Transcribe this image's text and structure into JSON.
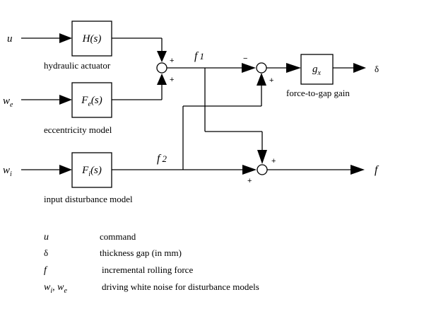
{
  "diagram": {
    "inputs": {
      "u": "u",
      "we_main": "w",
      "we_sub": "e",
      "wi_main": "w",
      "wi_sub": "i"
    },
    "outputs": {
      "delta": "δ",
      "f": "f"
    },
    "blocks": {
      "H": {
        "pre": "H",
        "sub": "",
        "post": "(s)",
        "caption": "hydraulic actuator"
      },
      "Fe": {
        "pre": "F",
        "sub": "e",
        "post": "(s)",
        "caption": "eccentricity model"
      },
      "Fi": {
        "pre": "F",
        "sub": "i",
        "post": "(s)",
        "caption": "input disturbance model"
      },
      "gx": {
        "pre": "g",
        "sub": "x",
        "post": "",
        "caption": "force-to-gap gain"
      }
    },
    "signals": {
      "f1_main": "f",
      "f1_sub": "1",
      "f2_main": "f",
      "f2_sub": "2"
    },
    "signs": {
      "s1_top": "+",
      "s1_bottom": "+",
      "s2_left": "−",
      "s2_bottom": "+",
      "s3_top": "+",
      "s3_left": "+"
    }
  },
  "legend": [
    {
      "symbol": "u",
      "description": "command"
    },
    {
      "symbol": "δ",
      "description": "thickness gap (in mm)"
    },
    {
      "symbol": "f",
      "description": "incremental rolling force"
    },
    {
      "symbol": "w_i, w_e",
      "symbol_parts": [
        "w",
        "i",
        ", w",
        "e"
      ],
      "description": "driving white noise for disturbance models"
    }
  ]
}
